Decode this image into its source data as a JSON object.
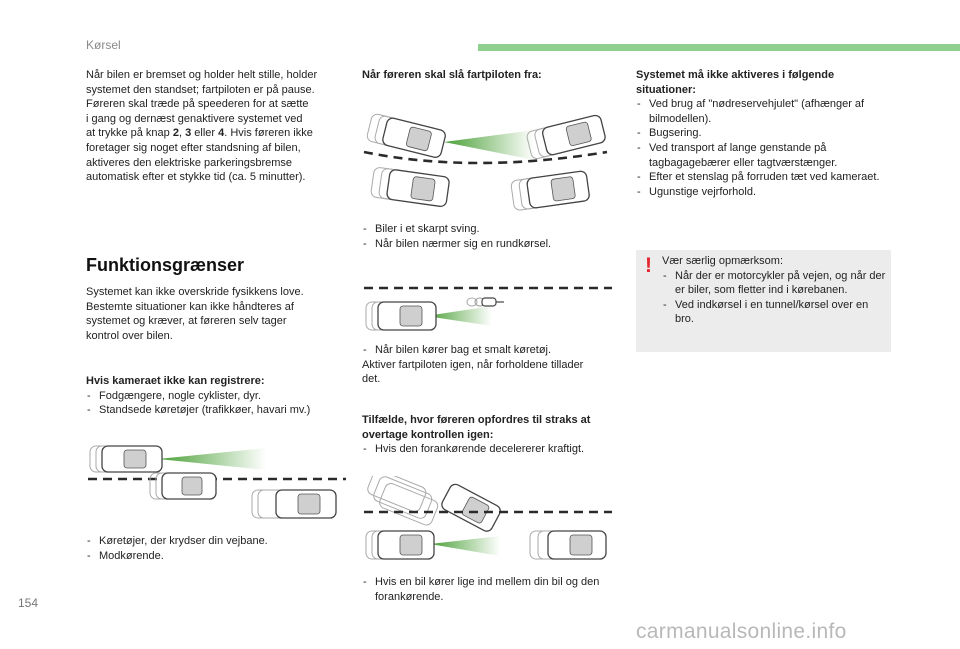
{
  "header": {
    "section": "Kørsel"
  },
  "page_number": "154",
  "watermark": "carmanualsonline.info",
  "col1": {
    "intro": [
      "Når bilen er bremset og holder helt stille, holder",
      "systemet den standset; fartpiloten er på pause.",
      "Føreren skal træde på speederen for at sætte",
      "i gang og dernæst genaktivere systemet ved",
      "at trykke på knap ",
      "2",
      ", ",
      "3",
      " eller ",
      "4",
      ". Hvis føreren ikke",
      "foretager sig noget efter standsning af bilen,",
      "aktiveres den elektriske parkeringsbremse",
      "automatisk efter et stykke tid (ca. 5 minutter)."
    ],
    "heading": "Funktionsgrænser",
    "desc": [
      "Systemet kan ikke overskride fysikkens love.",
      "Bestemte situationer kan ikke håndteres af",
      "systemet og kræver, at føreren selv tager",
      "kontrol over bilen."
    ],
    "camera_title": "Hvis kameraet ikke kan registrere:",
    "camera_items": [
      "Fodgængere, nogle cyklister, dyr.",
      "Standsede køretøjer (trafikkøer, havari mv.)"
    ],
    "bottom_items": [
      "Køretøjer, der krydser din vejbane.",
      "Modkørende."
    ]
  },
  "col2": {
    "title": "Når føreren skal slå fartpiloten fra:",
    "items1": [
      "Biler i et skarpt sving.",
      "Når bilen nærmer sig en rundkørsel."
    ],
    "items2": [
      "Når bilen kører bag et smalt køretøj."
    ],
    "after2": [
      "Aktiver fartpiloten igen, når forholdene tillader",
      "det."
    ],
    "takeover_title": [
      "Tilfælde, hvor føreren opfordres til straks at",
      "overtage kontrollen igen:"
    ],
    "takeover_items": [
      "Hvis den forankørende decelererer kraftigt."
    ],
    "bottom_items": [
      "Hvis en bil kører lige ind mellem din bil og den forankørende."
    ]
  },
  "col3": {
    "title": [
      "Systemet må ikke aktiveres i følgende",
      "situationer:"
    ],
    "items": [
      "Ved brug af \"nødreservehjulet\" (afhænger af bilmodellen).",
      "Bugsering.",
      "Ved transport af lange genstande på tagbagagebærer eller tagtværstænger.",
      "Efter et stenslag på forruden tæt ved kameraet.",
      "Ugunstige vejrforhold."
    ],
    "warning": {
      "icon": "exclamation-icon",
      "color": "#e5252e",
      "lead": "Vær særlig opmærksom:",
      "items": [
        "Når der er motorcykler på vejen, og når der er biler, som fletter ind i kørebanen.",
        "Ved indkørsel i en tunnel/kørsel over en bro."
      ]
    }
  },
  "colors": {
    "accent_bar": "#8fd08f",
    "beam": "#3f9a2a",
    "warning_box": "#ececec"
  }
}
